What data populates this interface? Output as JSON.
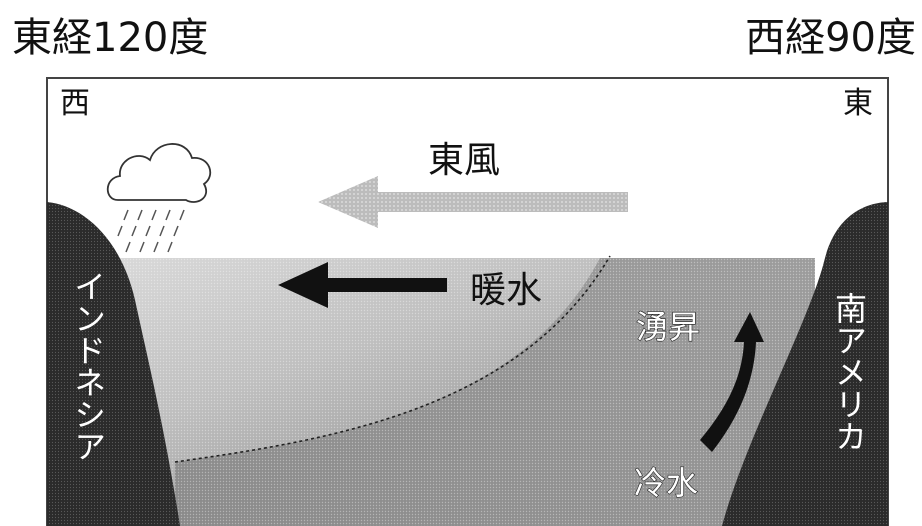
{
  "longitudes": {
    "left": "東経120度",
    "right": "西経90度"
  },
  "compass": {
    "west": "西",
    "east": "東"
  },
  "labels": {
    "wind": "東風",
    "warm_water": "暖水",
    "upwelling": "湧昇",
    "cold_water": "冷水",
    "indonesia": "インドネシア",
    "south_america": "南アメリカ"
  },
  "colors": {
    "land": "#2b2b2b",
    "frame": "#444444",
    "wind_arrow": "#a8a8a8",
    "current_arrow": "#111111"
  }
}
